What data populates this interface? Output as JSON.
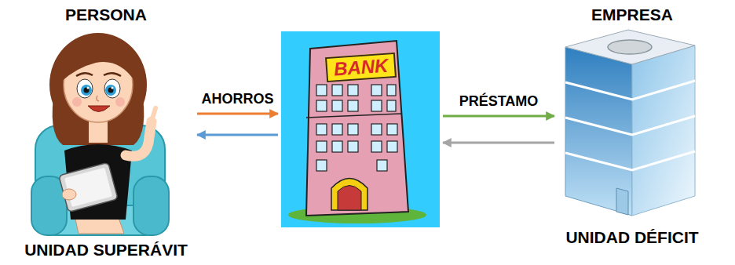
{
  "diagram": {
    "nodes": [
      {
        "text": [
          "PERSONA",
          "UNIDAD SUPERÁVIT"
        ]
      },
      {
        "text": [
          "BANK"
        ]
      },
      {
        "text": [
          "EMPRESA",
          "UNIDAD DÉFICIT"
        ]
      }
    ],
    "edges": [
      {
        "from": 0,
        "to": 1,
        "arrow": "to",
        "label": "AHORROS"
      },
      {
        "from": 1,
        "to": 0,
        "arrow": "to"
      },
      {
        "from": 1,
        "to": 2,
        "arrow": "to",
        "label": "PRÉSTAMO"
      },
      {
        "from": 2,
        "to": 1,
        "arrow": "to"
      }
    ]
  }
}
